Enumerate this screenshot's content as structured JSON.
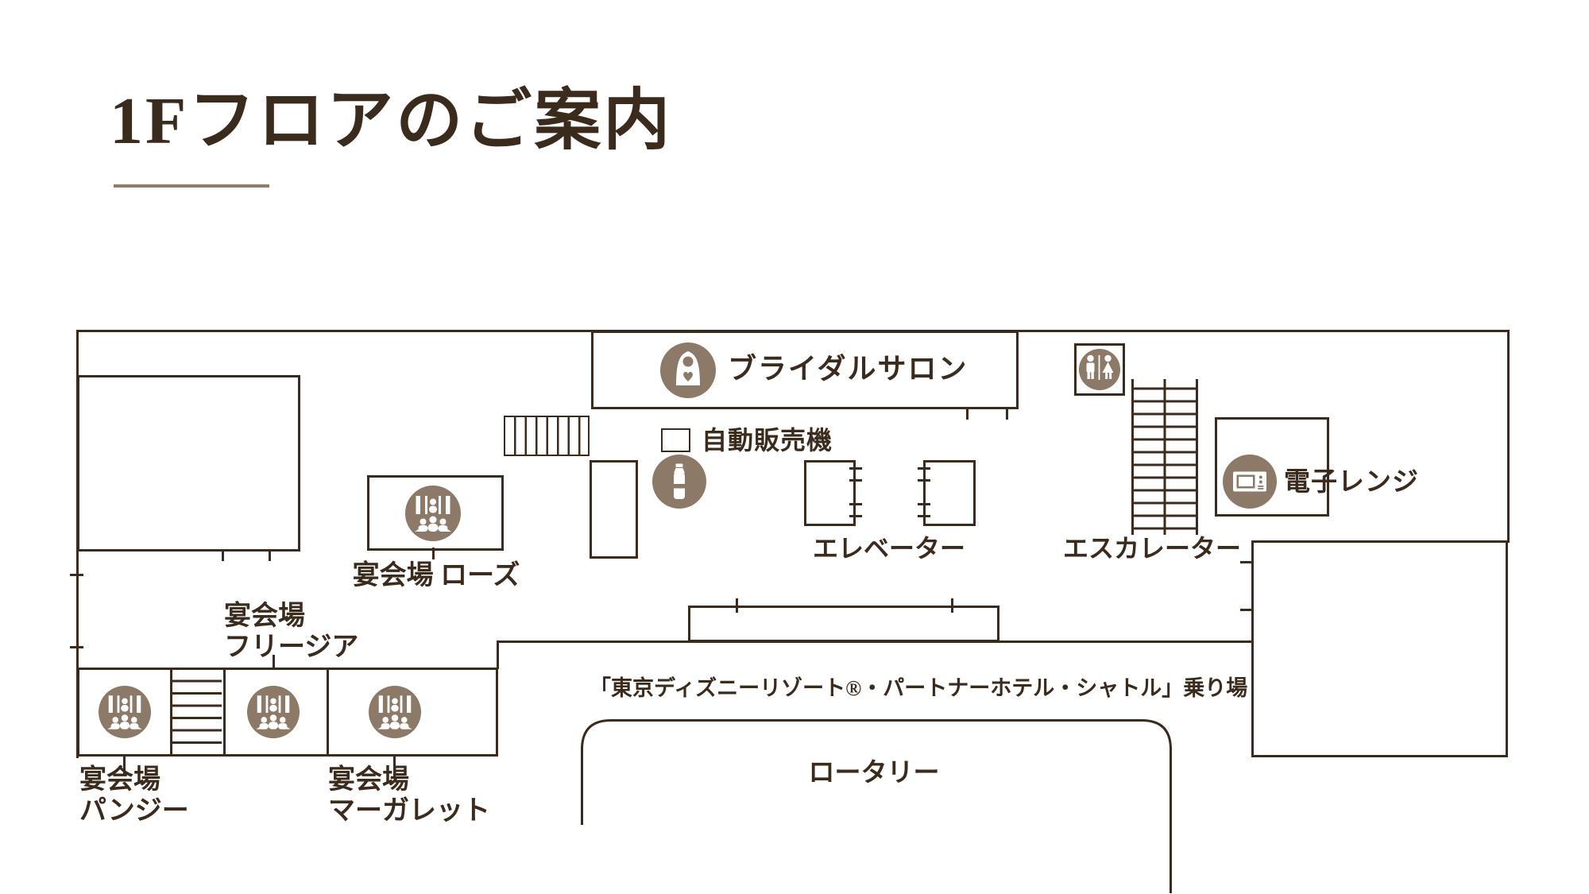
{
  "page": {
    "title": "1Fフロアのご案内"
  },
  "map": {
    "bridal_salon": {
      "label": "ブライダルサロン",
      "icon": "bride-icon"
    },
    "vending": {
      "label": "自動販売機"
    },
    "bottle": {
      "icon": "bottle-icon"
    },
    "elevator": {
      "label": "エレベーター"
    },
    "escalator": {
      "label": "エスカレーター"
    },
    "restroom": {
      "icon": "restroom-icon"
    },
    "microwave": {
      "label": "電子レンジ",
      "icon": "microwave-icon"
    },
    "banquet_rose": {
      "label": "宴会場 ローズ",
      "icon": "banquet-icon"
    },
    "banquet_freesia": {
      "label_line1": "宴会場",
      "label_line2": "フリージア",
      "icon": "banquet-icon"
    },
    "banquet_pansy": {
      "label_line1": "宴会場",
      "label_line2": "パンジー",
      "icon": "banquet-icon"
    },
    "banquet_margaret": {
      "label_line1": "宴会場",
      "label_line2": "マーガレット",
      "icon": "banquet-icon"
    },
    "shuttle_stop": {
      "label": "「東京ディズニーリゾート®・パートナーホテル・シャトル」乗り場"
    },
    "rotary": {
      "label": "ロータリー"
    }
  },
  "colors": {
    "line": "#3b2b1d",
    "icon_background": "#8c7967",
    "title_underline": "#8f7d6b",
    "background": "#ffffff"
  }
}
